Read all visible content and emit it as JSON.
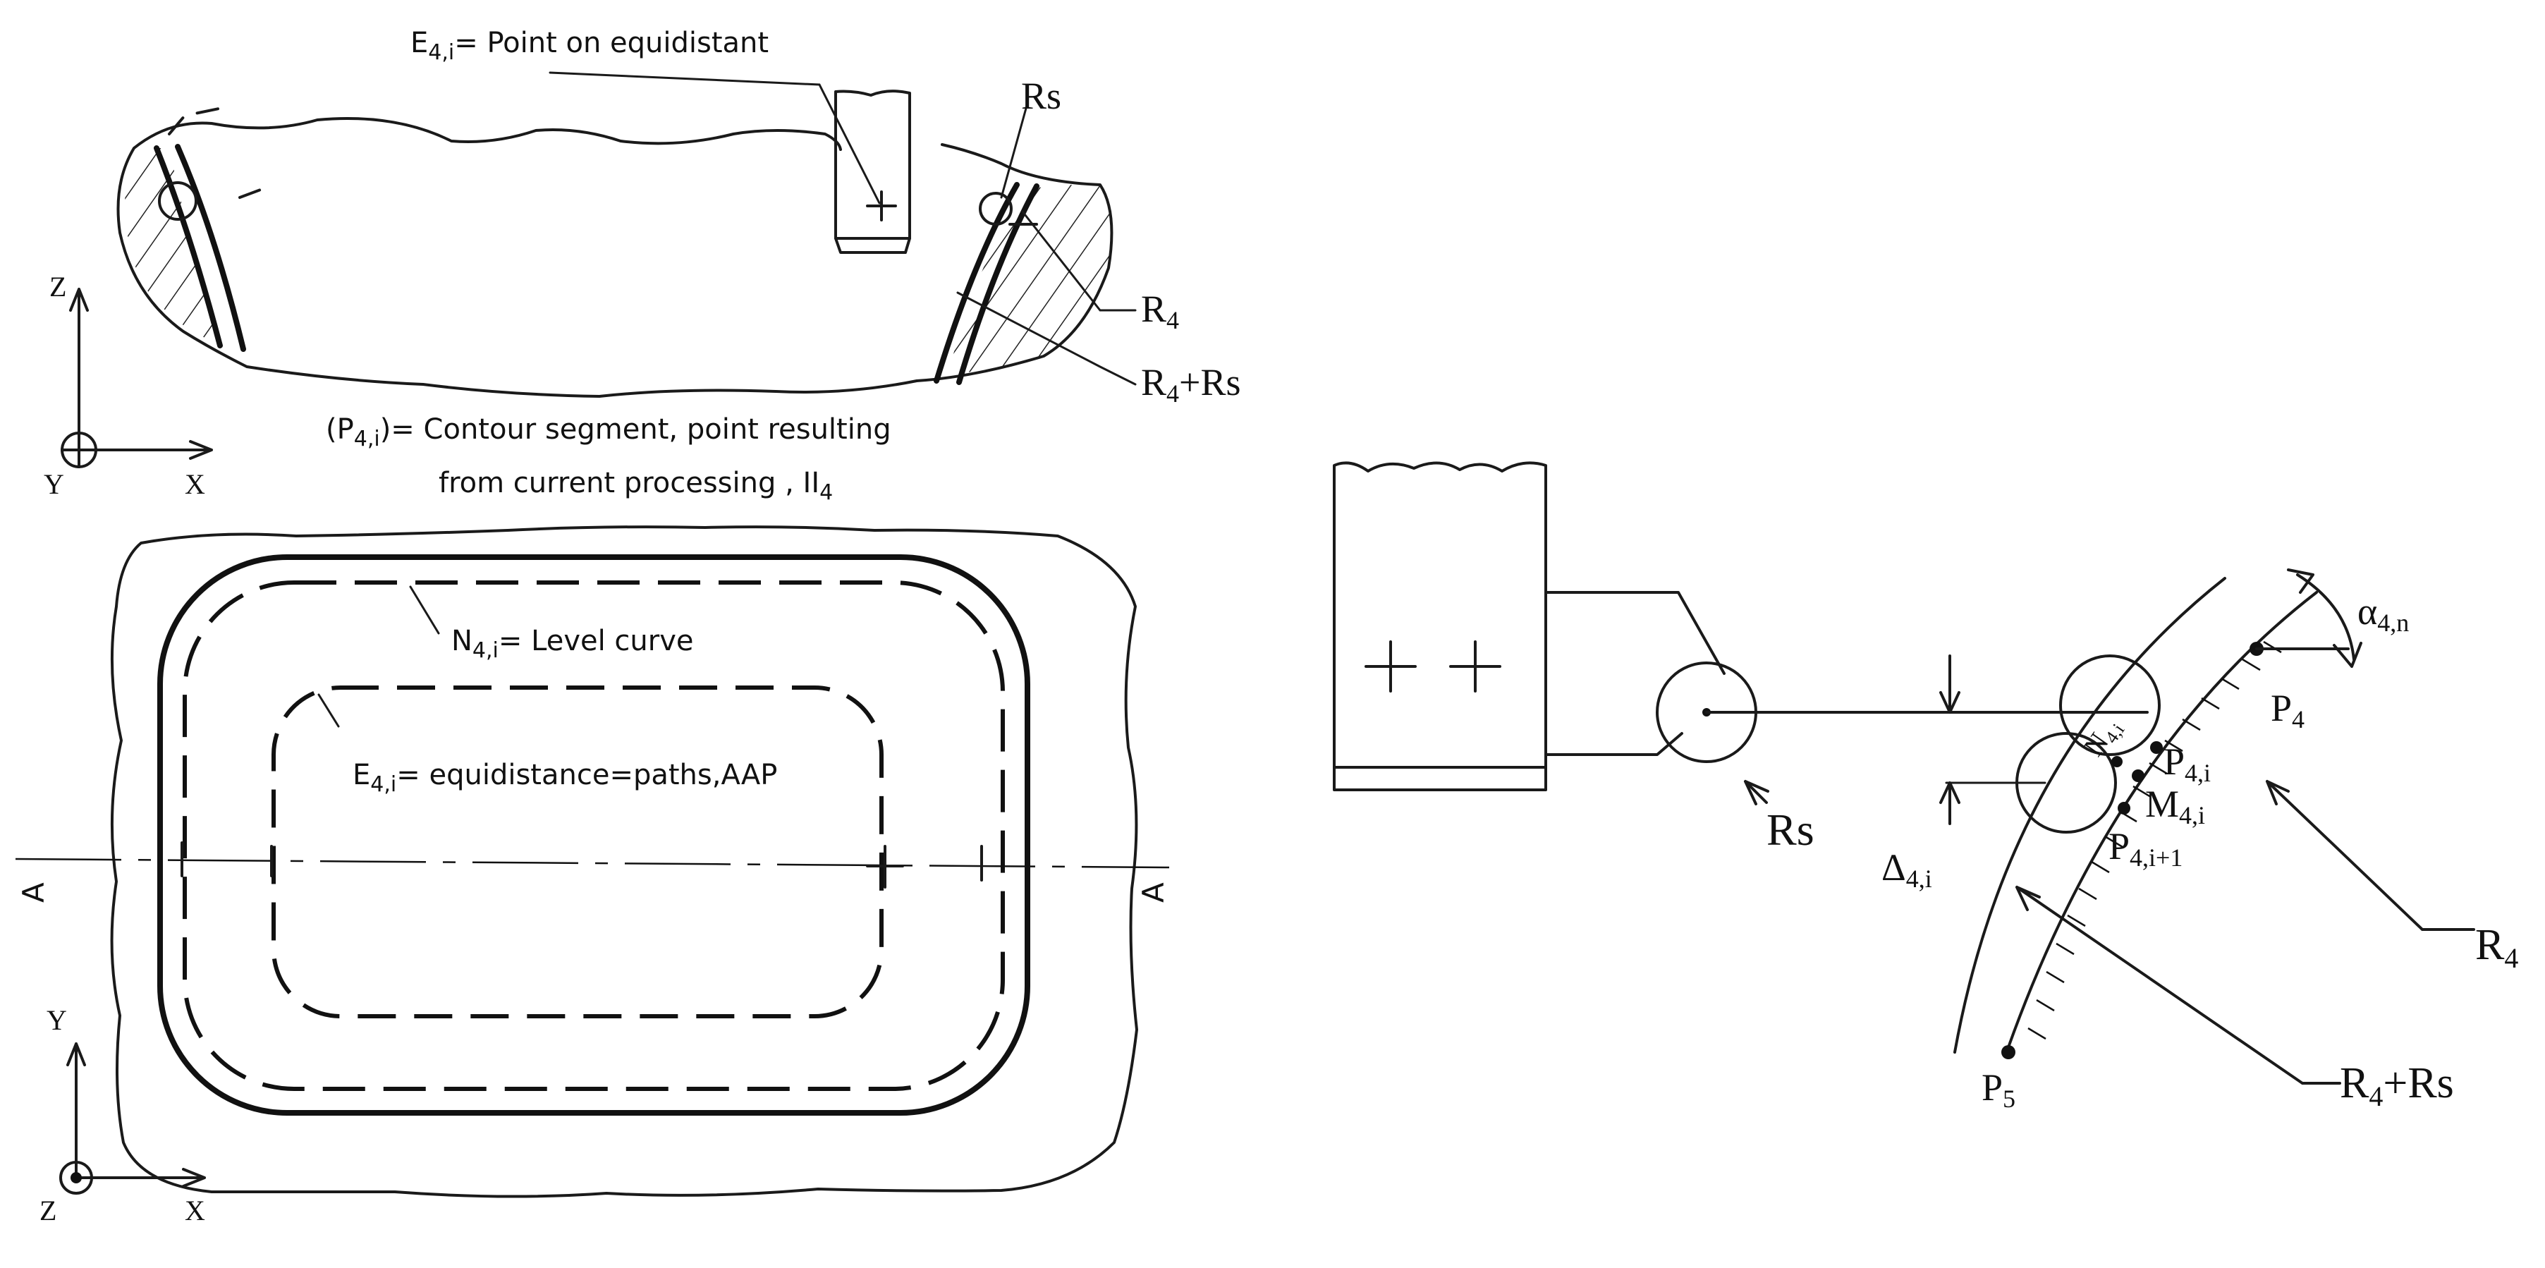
{
  "top_view": {
    "e_label": {
      "main": "E",
      "sub": "4,i",
      "text": "= Point on equidistant"
    },
    "rs": "Rs",
    "r4": {
      "main": "R",
      "sub": "4"
    },
    "r4rs": {
      "main": "R",
      "sub": "4",
      "tail": "+Rs"
    },
    "axes": {
      "z": "Z",
      "y": "Y",
      "x": "X"
    }
  },
  "caption": {
    "line1_pre": "(P",
    "line1_sub": "4,i",
    "line1_post": ")= Contour segment, point resulting",
    "line2": "from current processing , II",
    "line2_sub": "4"
  },
  "plan_view": {
    "n_label": {
      "main": "N",
      "sub": "4,i",
      "text": "= Level curve"
    },
    "e_label": {
      "main": "E",
      "sub": "4,i",
      "text": "= equidistance=paths,AAP"
    },
    "section_left": "A",
    "section_right": "A",
    "axes": {
      "y": "Y",
      "z": "Z",
      "x": "X"
    }
  },
  "detail_view": {
    "rs": "Rs",
    "alpha": {
      "main": "α",
      "sub": "4,n"
    },
    "p4": {
      "main": "P",
      "sub": "4"
    },
    "n4i": {
      "main": "N",
      "sub": "4,i"
    },
    "p4i": {
      "main": "P",
      "sub": "4,i"
    },
    "m4i": {
      "main": "M",
      "sub": "4,i"
    },
    "p4i1": {
      "main": "P",
      "sub": "4,i+1"
    },
    "delta": {
      "main": "Δ",
      "sub": "4,i"
    },
    "r4": {
      "main": "R",
      "sub": "4"
    },
    "r4rs": {
      "main": "R",
      "sub": "4",
      "tail": "+Rs"
    },
    "p5": {
      "main": "P",
      "sub": "5"
    }
  }
}
